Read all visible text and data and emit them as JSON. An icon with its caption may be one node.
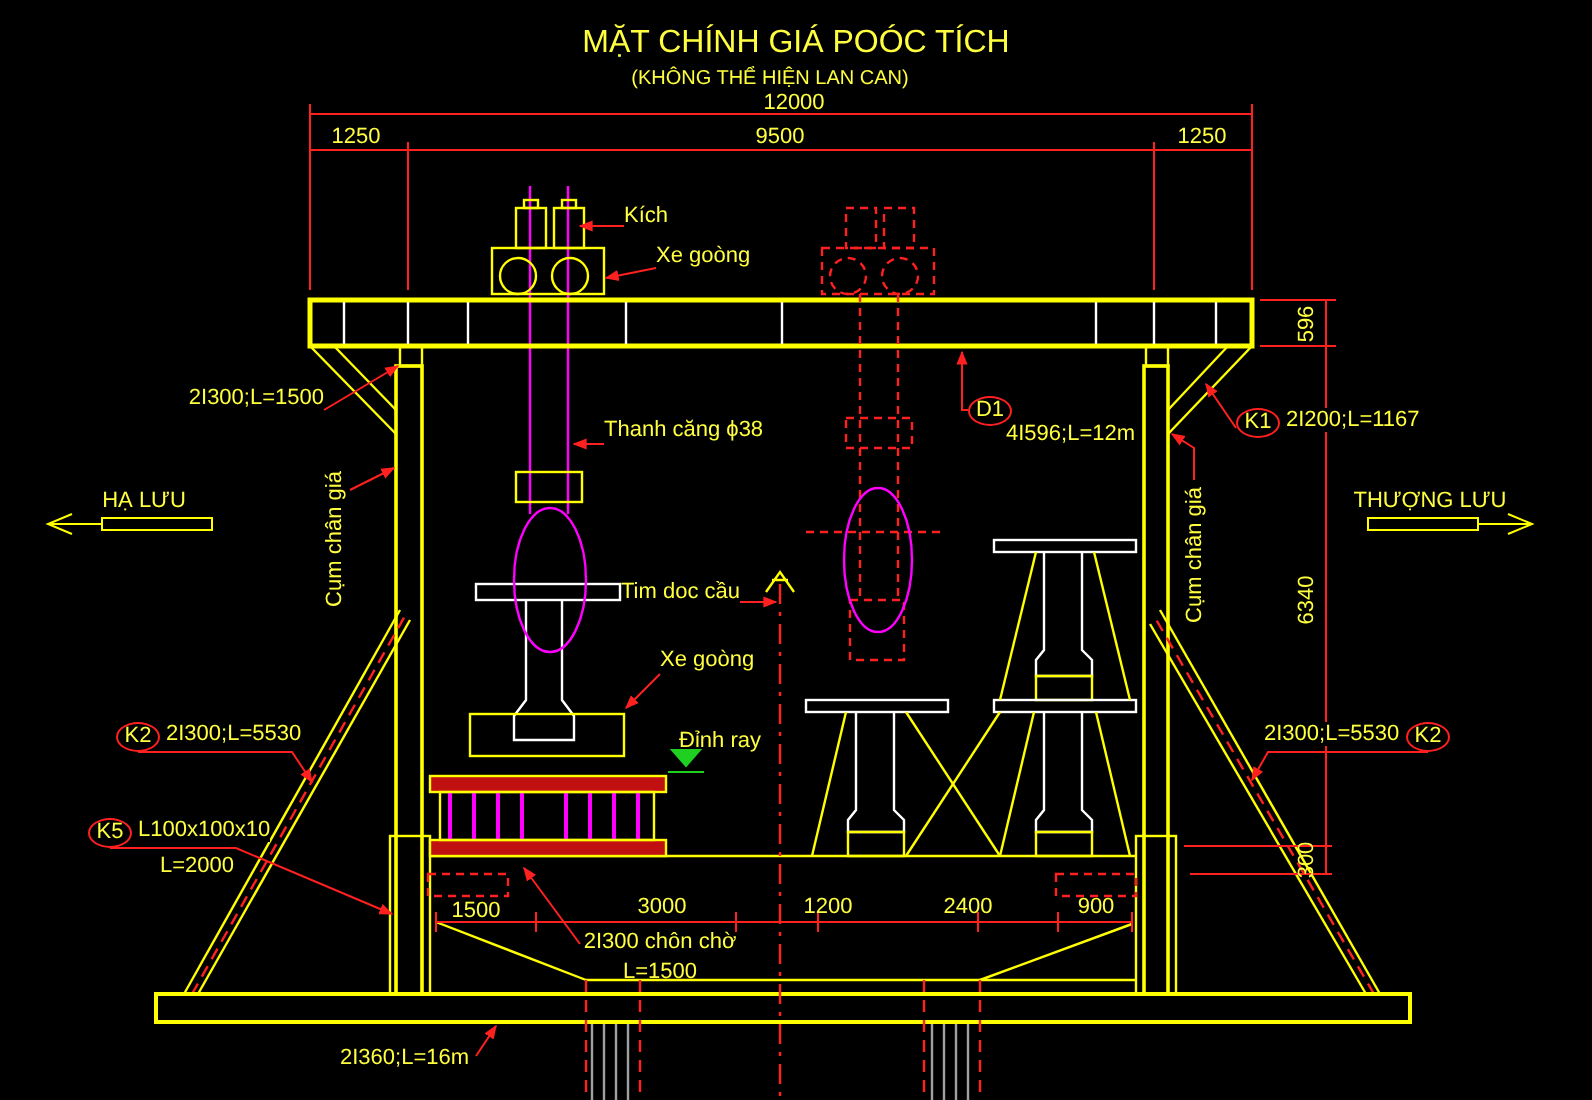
{
  "diagram": {
    "title": "MẶT CHÍNH GIÁ POÓC TÍCH",
    "nodes": [
      {
        "text": [
          "Kích"
        ]
      },
      {
        "text": [
          "Xe goòng"
        ]
      },
      {
        "text": [
          "2I300;L=1500"
        ]
      },
      {
        "text": [
          "Thanh căng ϕ38"
        ]
      },
      {
        "text": [
          "D1"
        ],
        "beside": [
          "4I596;L=12m"
        ]
      },
      {
        "text": [
          "K1"
        ],
        "beside": [
          "2I200;L=1167"
        ]
      },
      {
        "text": [
          "Cụm chân giá"
        ]
      },
      {
        "text": [
          "Cụm chân giá"
        ]
      },
      {
        "text": [
          "Tim doc cầu"
        ]
      },
      {
        "text": [
          "Xe goòng"
        ]
      },
      {
        "text": [
          "K2"
        ],
        "beside": [
          "2I300;L=5530"
        ]
      },
      {
        "text": [
          "K2"
        ],
        "beside": [
          "2I300;L=5530"
        ]
      },
      {
        "text": [
          "K5"
        ],
        "beside": [
          "L100x100x10",
          "L=2000"
        ]
      },
      {
        "text": [
          "2I300 chôn chờ",
          "L=1500"
        ]
      },
      {
        "text": [
          "2I360;L=16m"
        ]
      }
    ],
    "edges": [
      {
        "from": 0,
        "to": null,
        "arrow": "to"
      },
      {
        "from": 1,
        "to": null,
        "arrow": "to"
      },
      {
        "from": 2,
        "to": null,
        "arrow": "to"
      },
      {
        "from": 3,
        "to": null,
        "arrow": "to"
      },
      {
        "from": 4,
        "to": null,
        "arrow": "to"
      },
      {
        "from": 5,
        "to": null,
        "arrow": "to"
      },
      {
        "from": 6,
        "to": null,
        "arrow": "to"
      },
      {
        "from": 7,
        "to": null,
        "arrow": "to"
      },
      {
        "from": 8,
        "to": null,
        "arrow": "to"
      },
      {
        "from": 9,
        "to": null,
        "arrow": "to"
      },
      {
        "from": 10,
        "to": null,
        "arrow": "to"
      },
      {
        "from": 11,
        "to": null,
        "arrow": "to"
      },
      {
        "from": 12,
        "to": null,
        "arrow": "to"
      },
      {
        "from": 13,
        "to": null,
        "arrow": "to"
      },
      {
        "from": 14,
        "to": null,
        "arrow": "to"
      }
    ],
    "labels": [
      "(KHÔNG THỂ HIỆN LAN CAN)",
      "12000",
      "1250",
      "9500",
      "1250",
      "HẠ LƯU",
      "THƯỢNG LƯU",
      "596",
      "6340",
      "Đỉnh ray",
      "300",
      "1500",
      "3000",
      "1200",
      "2400",
      "900"
    ]
  }
}
